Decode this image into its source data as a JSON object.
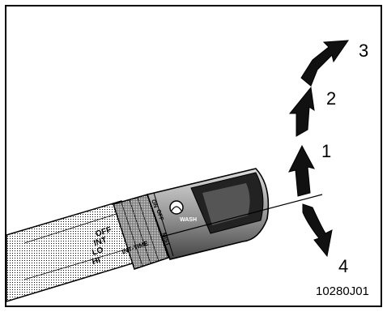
{
  "positions": [
    "1",
    "2",
    "3",
    "4"
  ],
  "lever_marks": [
    "OFF",
    "INT",
    "LO",
    "HI"
  ],
  "knob_label": "INT-TIME",
  "switch_marks": [
    "ON",
    "OFF",
    "WASH",
    "MIST"
  ],
  "figure_code": "10280J01",
  "colors": {
    "line": "#000000",
    "background": "#ffffff"
  }
}
